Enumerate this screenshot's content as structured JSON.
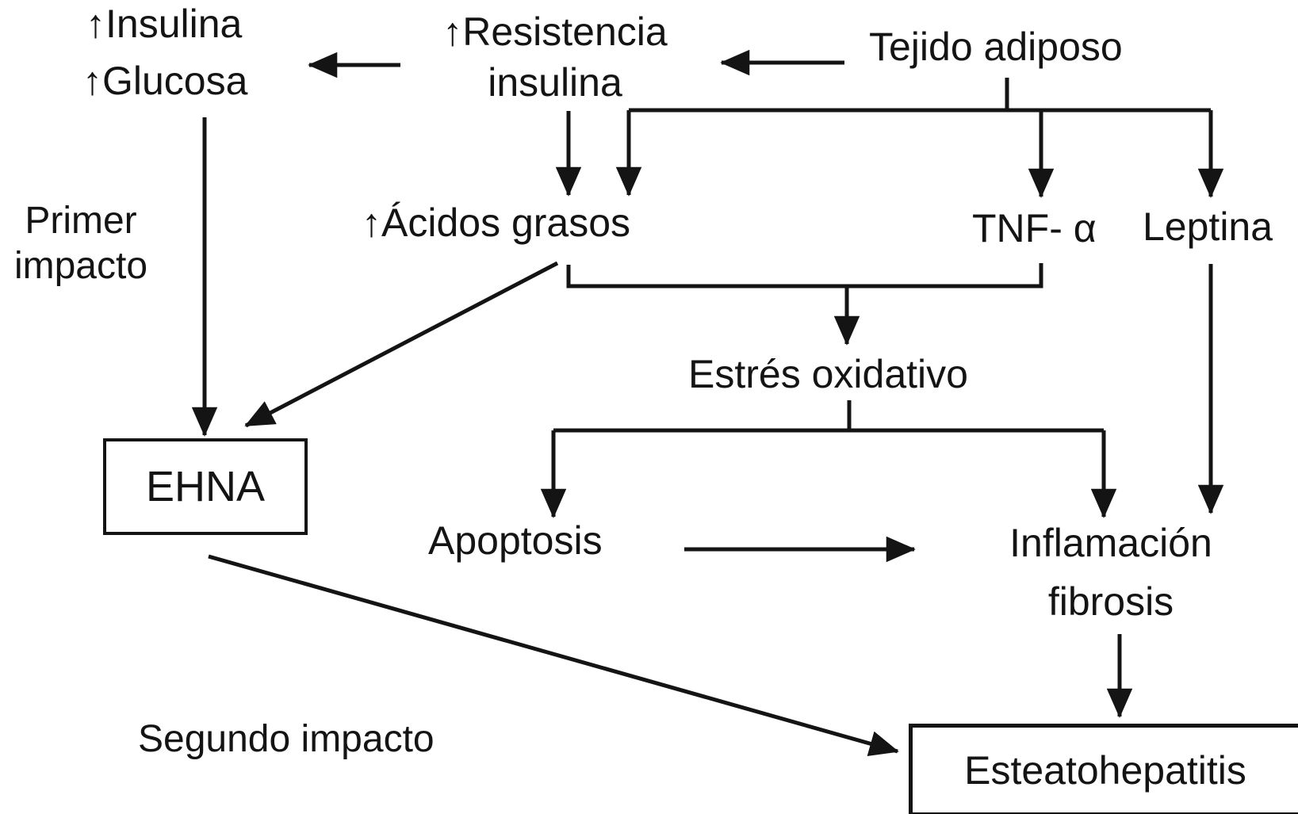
{
  "colors": {
    "ink": "#141414",
    "background": "#ffffff"
  },
  "labels": {
    "insulina": "↑Insulina",
    "glucosa": "↑Glucosa",
    "resistencia_l1": "↑Resistencia",
    "resistencia_l2": "insulina",
    "tejido_adiposo": "Tejido adiposo",
    "primer_l1": "Primer",
    "primer_l2": "impacto",
    "acidos_grasos": "↑Ácidos grasos",
    "tnf_alpha": "TNF- α",
    "leptina": "Leptina",
    "estres_oxidativo": "Estrés oxidativo",
    "ehna": "EHNA",
    "apoptosis": "Apoptosis",
    "inflamacion_l1": "Inflamación",
    "inflamacion_l2": "fibrosis",
    "segundo_impacto": "Segundo impacto",
    "esteatohepatitis": "Esteatohepatitis"
  },
  "edges": [
    {
      "from": "Tejido adiposo",
      "to": "Resistencia insulina",
      "type": "arrow"
    },
    {
      "from": "Resistencia insulina",
      "to": "Insulina / Glucosa",
      "type": "arrow"
    },
    {
      "from": "Resistencia insulina",
      "to": "Ácidos grasos",
      "type": "arrow"
    },
    {
      "from": "Tejido adiposo",
      "to": "Ácidos grasos",
      "type": "arrow"
    },
    {
      "from": "Tejido adiposo",
      "to": "TNF- α",
      "type": "arrow"
    },
    {
      "from": "Tejido adiposo",
      "to": "Leptina",
      "type": "arrow"
    },
    {
      "from": "Glucosa",
      "to": "EHNA",
      "type": "arrow"
    },
    {
      "from": "Ácidos grasos",
      "to": "EHNA",
      "type": "arrow"
    },
    {
      "from": "Ácidos grasos + TNF- α",
      "to": "Estrés oxidativo",
      "type": "arrow"
    },
    {
      "from": "Estrés oxidativo",
      "to": "Apoptosis",
      "type": "arrow"
    },
    {
      "from": "Estrés oxidativo",
      "to": "Inflamación fibrosis",
      "type": "arrow"
    },
    {
      "from": "Leptina",
      "to": "Inflamación fibrosis",
      "type": "arrow"
    },
    {
      "from": "Apoptosis",
      "to": "Inflamación fibrosis",
      "type": "arrow"
    },
    {
      "from": "Inflamación fibrosis",
      "to": "Esteatohepatitis",
      "type": "arrow"
    },
    {
      "from": "EHNA",
      "to": "Esteatohepatitis",
      "type": "arrow"
    }
  ]
}
